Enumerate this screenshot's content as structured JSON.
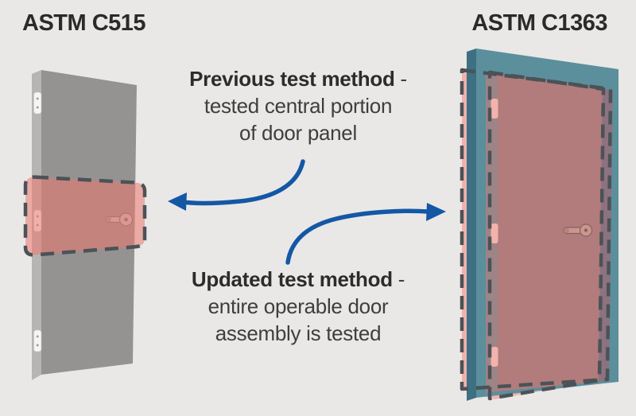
{
  "titles": {
    "left": "ASTM C515",
    "right": "ASTM C1363"
  },
  "callouts": {
    "previous": {
      "heading": "Previous test method",
      "separator": " -",
      "lines": [
        "tested central portion",
        "of door panel"
      ]
    },
    "updated": {
      "heading": "Updated test method",
      "separator": " -",
      "lines": [
        "entire operable door",
        "assembly is tested"
      ]
    }
  },
  "colors": {
    "background": "#e9e8e7",
    "accent_blue": "#1457a5",
    "door_gray": "#949392",
    "door_edge_gray": "#b7b5b4",
    "frame_teal": "#5b8f9c",
    "frame_teal_dark": "#3d7082",
    "panel_rose": "#b17c7b",
    "panel_rose_edge_left": "#9d8487",
    "panel_rose_edge_right": "#8d7280",
    "highlight_pink": "#f3b1ab",
    "highlight_overlay": "rgba(236,119,110,0.55)",
    "dash_outline": "#4b5258"
  }
}
